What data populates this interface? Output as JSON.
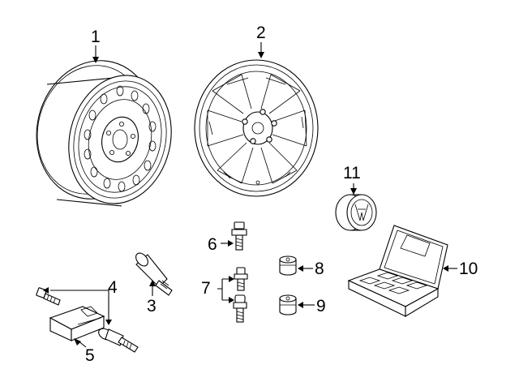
{
  "diagram": {
    "callouts": [
      {
        "id": "1",
        "text": "1",
        "part": "steel-wheel"
      },
      {
        "id": "2",
        "text": "2",
        "part": "alloy-wheel"
      },
      {
        "id": "3",
        "text": "3",
        "part": "valve-stem"
      },
      {
        "id": "4",
        "text": "4",
        "part": "tpms-kit"
      },
      {
        "id": "5",
        "text": "5",
        "part": "tpms-sensor"
      },
      {
        "id": "6",
        "text": "6",
        "part": "wheel-bolt"
      },
      {
        "id": "7",
        "text": "7",
        "part": "lug-bolts"
      },
      {
        "id": "8",
        "text": "8",
        "part": "lock-nut"
      },
      {
        "id": "9",
        "text": "9",
        "part": "lock-nut-alt"
      },
      {
        "id": "10",
        "text": "10",
        "part": "tool-case"
      },
      {
        "id": "11",
        "text": "11",
        "part": "center-cap"
      }
    ]
  }
}
